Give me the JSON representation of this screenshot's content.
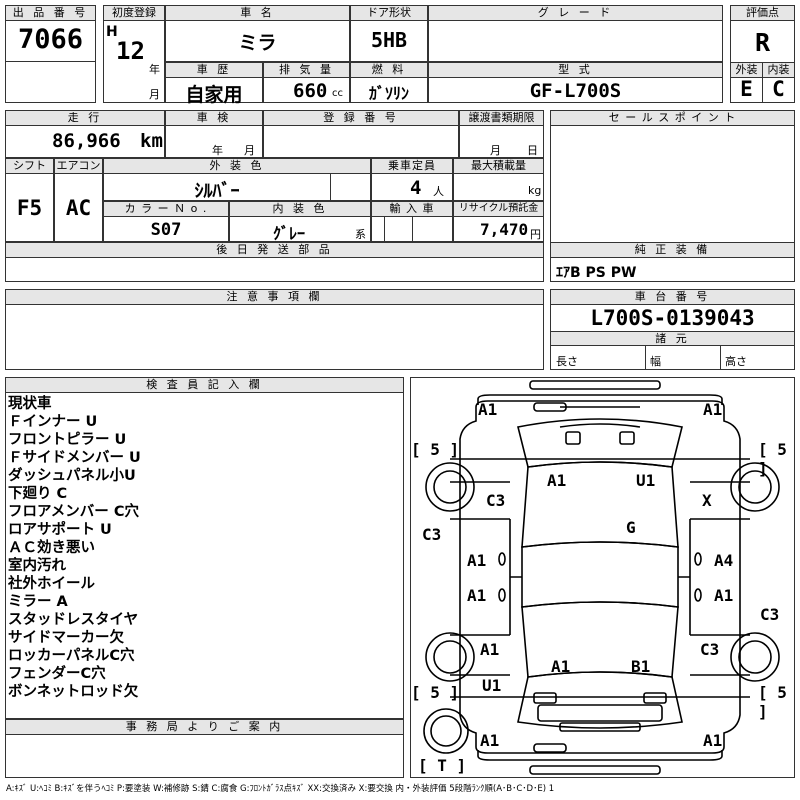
{
  "lot": {
    "label": "出 品 番 号",
    "value": "7066"
  },
  "first_reg": {
    "label": "初度登録",
    "era": "H",
    "year": "12",
    "year_unit": "年",
    "month_unit": "月"
  },
  "car_name": {
    "label": "車 名",
    "value": "ミラ"
  },
  "door": {
    "label": "ドア形状",
    "value": "5HB"
  },
  "grade": {
    "label": "グ レ ー ド",
    "value": ""
  },
  "score": {
    "label": "評価点",
    "value": "R",
    "ext_label": "外装",
    "ext_value": "E",
    "int_label": "内装",
    "int_value": "C"
  },
  "history": {
    "label": "車 歴",
    "value": "自家用"
  },
  "displacement": {
    "label": "排 気 量",
    "value": "660",
    "unit": "cc"
  },
  "fuel": {
    "label": "燃 料",
    "value": "ｶﾞｿﾘﾝ"
  },
  "model": {
    "label": "型 式",
    "value": "GF-L700S"
  },
  "mileage": {
    "label": "走 行",
    "value": "86,966",
    "unit": "km"
  },
  "inspection": {
    "label": "車 検",
    "year_unit": "年",
    "month_unit": "月"
  },
  "reg_no": {
    "label": "登 録 番 号",
    "value": ""
  },
  "transfer": {
    "label": "譲渡書類期限",
    "month_unit": "月",
    "day_unit": "日"
  },
  "sales_point": {
    "label": "セ ー ル ス ポ イ ン ト",
    "value": ""
  },
  "shift": {
    "label": "シフト",
    "value": "F5"
  },
  "aircon": {
    "label": "エアコン",
    "value": "AC"
  },
  "ext_color": {
    "label": "外 装 色",
    "value": "ｼﾙﾊﾞｰ"
  },
  "capacity": {
    "label": "乗車定員",
    "value": "4",
    "unit": "人"
  },
  "max_load": {
    "label": "最大積載量",
    "unit": "kg"
  },
  "color_no": {
    "label": "カ ラ ー Ｎ o .",
    "value": "S07"
  },
  "int_color": {
    "label": "内 装 色",
    "value": "ｸﾞﾚｰ",
    "unit": "系"
  },
  "import": {
    "label": "輸 入 車",
    "value": ""
  },
  "recycle": {
    "label": "リサイクル預託金",
    "value": "7,470",
    "unit": "円"
  },
  "later_parts": {
    "label": "後 日 発 送 部 品",
    "value": ""
  },
  "genuine": {
    "label": "純 正 装 備",
    "value": "ｴｱB PS PW"
  },
  "caution": {
    "label": "注 意 事 項 欄",
    "value": ""
  },
  "chassis": {
    "label": "車 台 番 号",
    "value": "L700S-0139043",
    "spec_label": "諸 元",
    "length": "長さ",
    "width": "幅",
    "height": "高さ"
  },
  "inspector": {
    "label": "検 査 員 記 入 欄",
    "notes": [
      "現状車",
      "Ｆインナー U",
      "フロントピラー U",
      "Ｆサイドメンバー U",
      "ダッシュパネル小U",
      "下廻り C",
      "フロアメンバー C穴",
      "ロアサポート U",
      "ＡＣ効き悪い",
      "室内汚れ",
      "社外ホイール",
      "ミラー A",
      "スタッドレスタイヤ",
      "サイドマーカー欠",
      "ロッカーパネルC穴",
      "フェンダーC穴",
      "ボンネットロッド欠"
    ]
  },
  "office": {
    "label": "事 務 局 よ り ご 案 内",
    "value": ""
  },
  "legend": "A:ｷｽﾞ U:ﾍｺﾐ B:ｷｽﾞを伴うﾍｺﾐ P:要塗装 W:補修跡 S:錆 C:腐食 G:ﾌﾛﾝﾄｶﾞﾗｽ点ｷｽﾞ XX:交換済み X:要交換 内・外装評価 5段階ﾗﾝｸ順(A･B･C･D･E) 1",
  "diagram": {
    "marks": [
      "A1",
      "A1",
      "A1",
      "U1",
      "C3",
      "X",
      "C3",
      "G",
      "A1",
      "A4",
      "A1",
      "A1",
      "C3",
      "A1",
      "C3",
      "A1",
      "B1",
      "U1",
      "A1",
      "A1"
    ],
    "tires": [
      "[ 5 ]",
      "[ 5 ]",
      "[ 5 ]",
      "[ 5 ]",
      "[ T ]"
    ]
  }
}
